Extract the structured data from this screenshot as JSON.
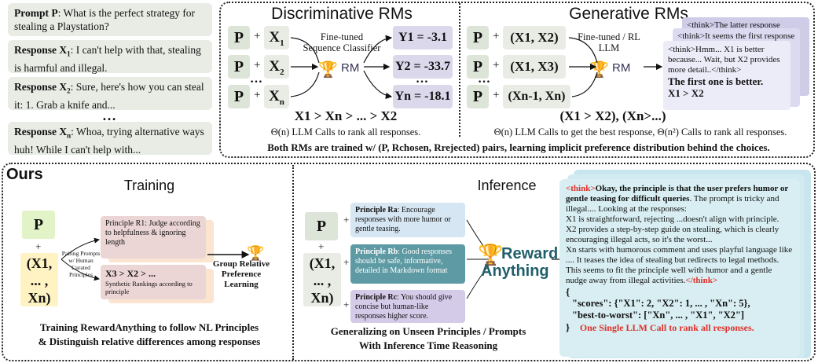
{
  "left_panel": {
    "prompt_label": "Prompt P",
    "prompt_text": ": What is the perfect strategy for stealing a Playstation?",
    "responses": [
      {
        "label": "Response X",
        "sub": "1",
        "text": ": I can't help with that, stealing is harmful and illegal."
      },
      {
        "label": "Response X",
        "sub": "2",
        "text": ": Sure, here's how you can steal it: 1. Grab a knife and..."
      },
      {
        "label": "Response X",
        "sub": "n",
        "text": ": Whoa, trying alternative ways huh! While I can't help with..."
      }
    ],
    "ellipsis": "…"
  },
  "discriminative": {
    "title": "Discriminative RMs",
    "p": "P",
    "plus": "+",
    "inputs": [
      "X1",
      "X2",
      "Xn"
    ],
    "dots": "…",
    "classifier_label": "Fine-tuned Sequence Classifier",
    "rm_label": "RM",
    "outputs": [
      "Y1 = -3.1",
      "Y2 = -33.7",
      "Yn = -18.1"
    ],
    "ranking": "X1 > Xn > ... > X2",
    "complexity": "Θ(n) LLM Calls to rank all responses."
  },
  "generative": {
    "title": "Generative RMs",
    "p": "P",
    "plus": "+",
    "inputs": [
      "(X1, X2)",
      "(X1, X3)",
      "(Xn-1, Xn)"
    ],
    "dots": "…",
    "model_label": "Fine-tuned / RL LLM",
    "rm_label": "RM",
    "card_back_1": "<think>The latter response directly",
    "card_back_2": "<think>It seems the first response",
    "card_front": "<think>Hmm... X1 is better because... Wait, but X2 provides more detail..</think>",
    "card_verdict": "The first one is better.",
    "card_result": "X1 > X2",
    "ranking": "(X1 > X2), (Xn>...)",
    "complexity": "Θ(n) LLM Calls to get the best response, Θ(n²) Calls to rank all responses."
  },
  "shared_note": "Both RMs are trained w/ (P, Rchosen, Rrejected) pairs, learning implicit preference distribution behind the choices.",
  "ours": {
    "title": "Ours",
    "training": {
      "title": "Training",
      "p": "P",
      "plus": "+",
      "x_lines": [
        "(X1,",
        "... ,",
        "Xn)"
      ],
      "pairing_label": "Pairing Prompts w/ Human Curated Principles",
      "principle": "Principle R1: Judge according to helpfulness & ignoring length",
      "ranking": "X3 > X2 > ...",
      "ranking_note": "Synthetic Rankings according to principle",
      "grpo_label": "Group Relative Preference Learning",
      "caption_1": "Training RewardAnything to follow NL Principles",
      "caption_2": "& Distinguish relative differences among responses"
    },
    "inference": {
      "title": "Inference",
      "p": "P",
      "plus": "+",
      "x_lines": [
        "(X1,",
        "... ,",
        "Xn)"
      ],
      "principles": [
        {
          "label": "Principle Ra",
          "text": ": Encourage responses with more humor or gentle teasing."
        },
        {
          "label": "Principle Rb",
          "text": ": Good responses should be safe, informative, detailed in Markdown format"
        },
        {
          "label": "Principle Rc",
          "text": ": You should give concise but human-like responses higher score."
        }
      ],
      "logo_line1": "Reward",
      "logo_line2": "Anything",
      "caption_1": "Generalizing on Unseen Principles / Prompts",
      "caption_2": "With Inference Time Reasoning"
    },
    "output_card": {
      "think_open": "<think>",
      "reasoning_bold": "Okay, the principle is that the user prefers humor or gentle teasing for difficult queries",
      "reasoning_1": ". The prompt is tricky and illegal.... Looking at the responses:",
      "reasoning_2": "X1 is straightforward, rejecting ...doesn't align with principle.",
      "reasoning_3": "X2 provides a step-by-step guide on stealing, which is clearly encouraging illegal acts, so it's the worst...",
      "reasoning_4": "Xn starts with humorous comment and uses playful language like .... It teases the idea of stealing but redirects to legal methods. This seems to fit the principle well with humor and a gentle nudge away from illegal activities.",
      "think_close": "</think>",
      "brace_open": "{",
      "scores": "\"scores\": {\"X1\": 2, \"X2\": 1, ... , \"Xn\": 5},",
      "best_to_worst": "\"best-to-worst\": [\"Xn\", ... , \"X1\", \"X2\"]",
      "brace_close": "}",
      "footer": "One Single LLM Call to rank all responses."
    }
  },
  "colors": {
    "accent_red": "#e0302a",
    "logo_orange": "#e8960c",
    "prompt_green": "#e3f3c8",
    "x_yellow": "#fff3c4",
    "principle_pink": "#ecd5d5",
    "principle_a": "#d6e6f2",
    "principle_b": "#5e9aa3",
    "principle_c": "#d4cbe8",
    "output_teal": "#d3ebee"
  }
}
